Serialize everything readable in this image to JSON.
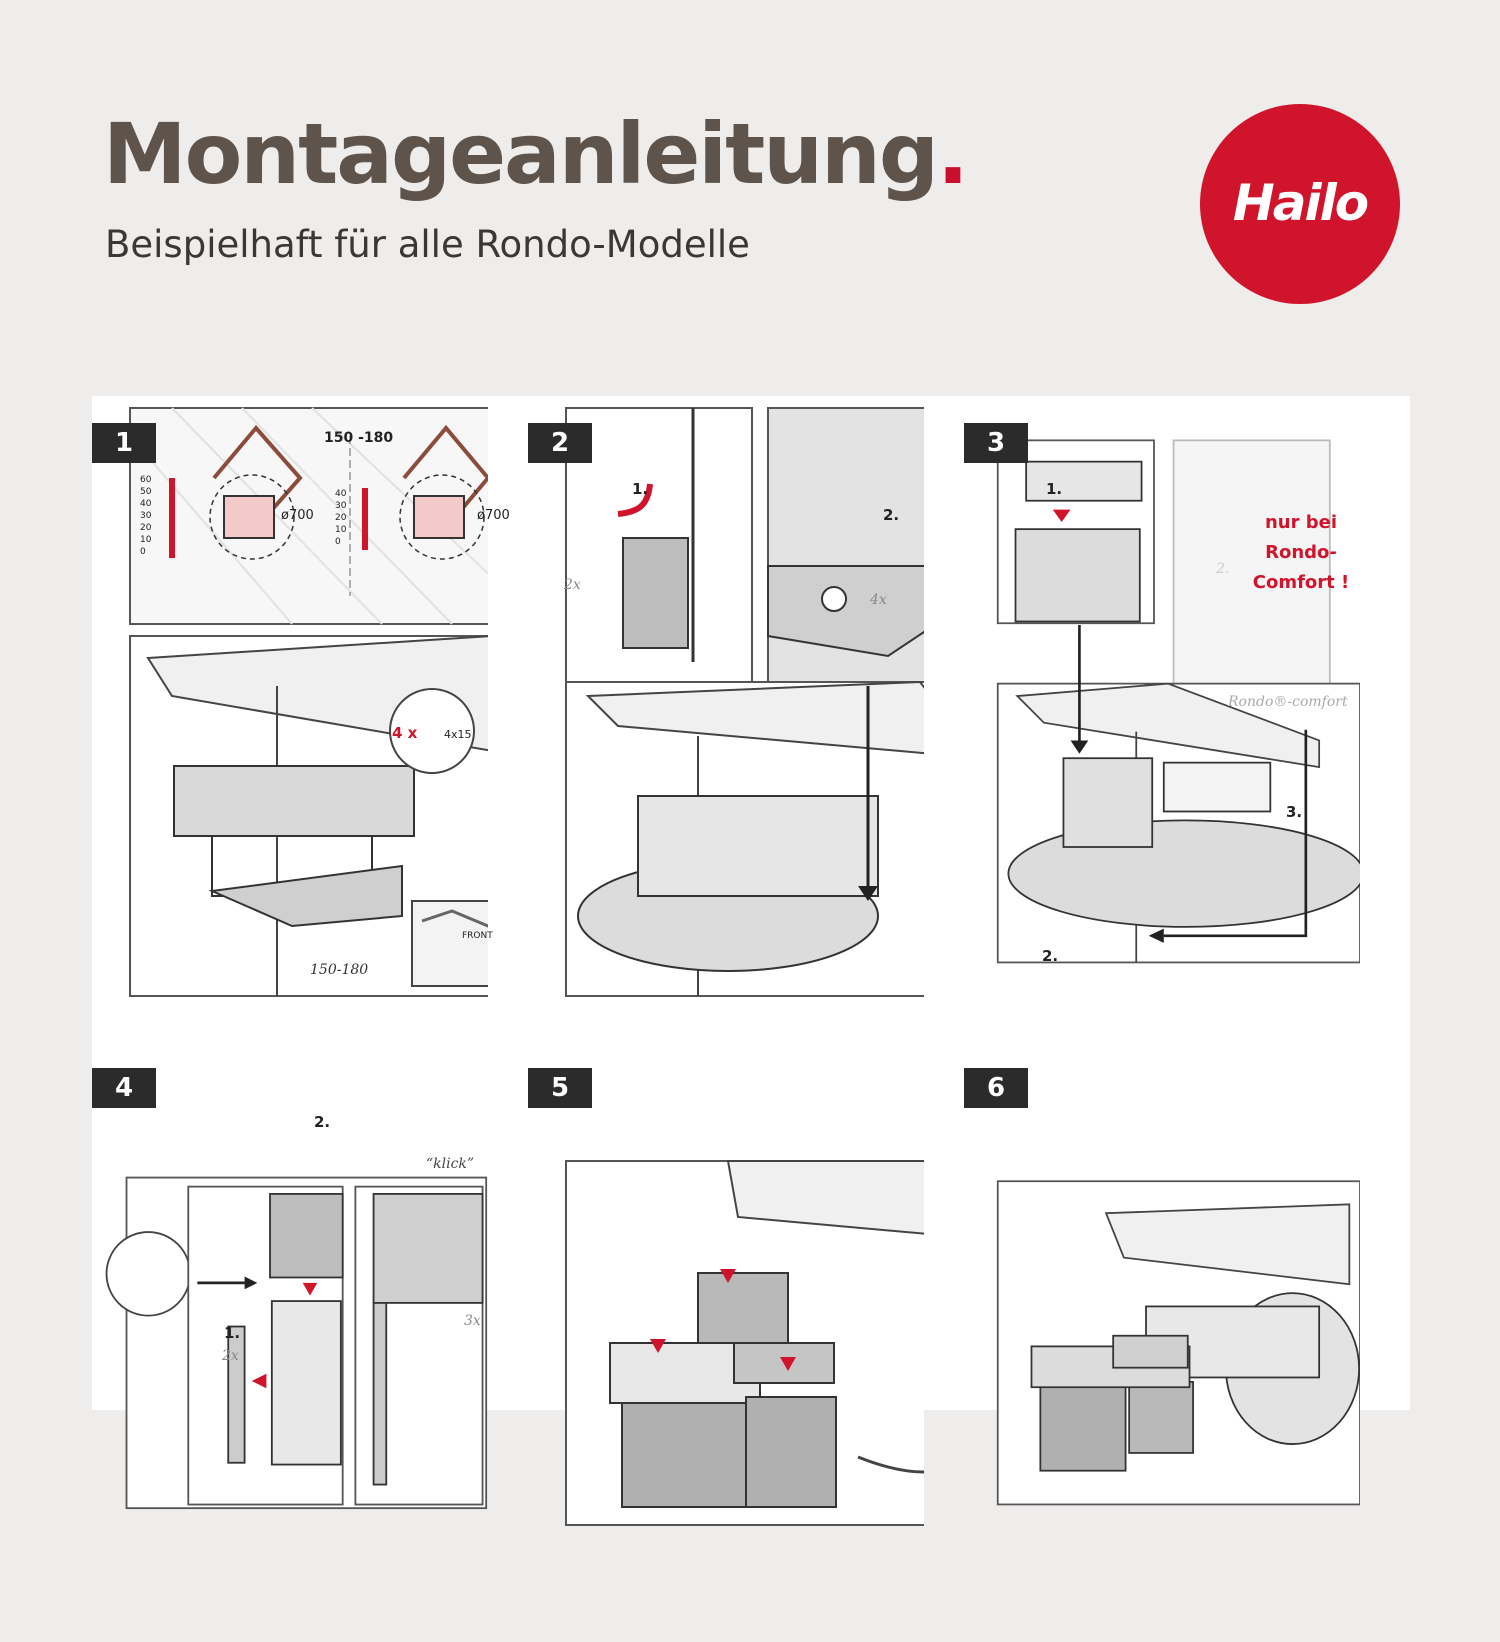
{
  "header": {
    "title": "Montageanleitung",
    "title_dot": ".",
    "subtitle": "Beispielhaft für alle Rondo-Modelle"
  },
  "brand": {
    "logo_text": "Hailo",
    "color": "#d0142b"
  },
  "colors": {
    "title": "#5e544c",
    "accent": "#c8102e",
    "badge": "#2b2b2b",
    "background": "#efedeb"
  },
  "steps": [
    {
      "number": "1",
      "range_top": "150 -180",
      "diameter_1": "ø700",
      "diameter_2": "ø700",
      "scale_1": "60 50 40 30 20 10 0",
      "scale_2": "40 30 20 10 0",
      "screw_qty": "4 x",
      "screw_size": "4x15",
      "range_bottom": "150-180",
      "front_label": "FRONT"
    },
    {
      "number": "2",
      "label_1": "1.",
      "label_2": "2.",
      "qty_1": "2x",
      "qty_2": "4x"
    },
    {
      "number": "3",
      "label_1": "1.",
      "label_2": "2.",
      "label_3": "3.",
      "label_inset": "2.",
      "note": "nur bei Rondo-Comfort !",
      "note_lines": [
        "nur bei",
        "Rondo-",
        "Comfort !"
      ],
      "inset_caption": "Rondo®-comfort"
    },
    {
      "number": "4",
      "label_1": "1.",
      "label_2": "2.",
      "qty_1": "2x",
      "qty_2": "3x",
      "click": "“klick”"
    },
    {
      "number": "5"
    },
    {
      "number": "6"
    }
  ]
}
